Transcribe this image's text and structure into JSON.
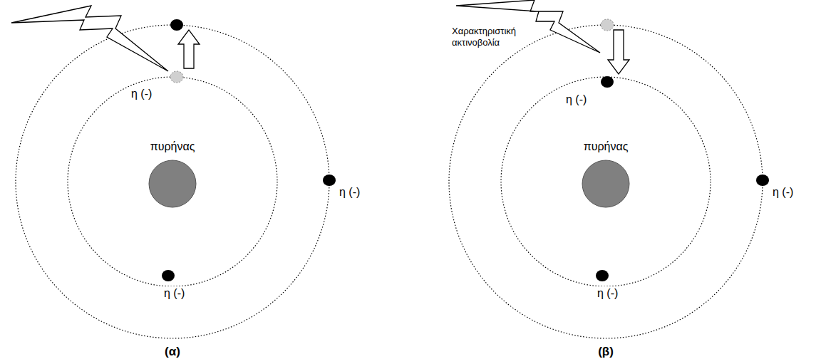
{
  "diagram": {
    "labels": [
      "η (-)",
      "πυρήνας",
      "η (-)",
      "η (-)",
      "(α)",
      "Χαρακτηριστική ακτινοβολία",
      "η (-)",
      "πυρήνας",
      "η (-)",
      "η (-)",
      "(β)"
    ]
  }
}
